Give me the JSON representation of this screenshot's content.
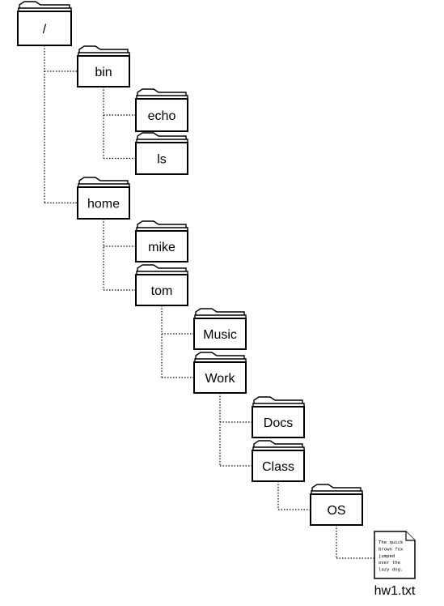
{
  "tree": {
    "folders": [
      {
        "id": "root",
        "label": "/"
      },
      {
        "id": "bin",
        "label": "bin"
      },
      {
        "id": "echo",
        "label": "echo"
      },
      {
        "id": "ls",
        "label": "ls"
      },
      {
        "id": "home",
        "label": "home"
      },
      {
        "id": "mike",
        "label": "mike"
      },
      {
        "id": "tom",
        "label": "tom"
      },
      {
        "id": "music",
        "label": "Music"
      },
      {
        "id": "work",
        "label": "Work"
      },
      {
        "id": "docs",
        "label": "Docs"
      },
      {
        "id": "class",
        "label": "Class"
      },
      {
        "id": "os",
        "label": "OS"
      }
    ],
    "file": {
      "id": "hw1",
      "name": "hw1.txt",
      "content_lines": [
        "The quick",
        "brown fox",
        "jumped",
        "over the",
        "lazy dog."
      ]
    },
    "edges": [
      [
        "root",
        "bin"
      ],
      [
        "root",
        "home"
      ],
      [
        "bin",
        "echo"
      ],
      [
        "bin",
        "ls"
      ],
      [
        "home",
        "mike"
      ],
      [
        "home",
        "tom"
      ],
      [
        "tom",
        "music"
      ],
      [
        "tom",
        "work"
      ],
      [
        "work",
        "docs"
      ],
      [
        "work",
        "class"
      ],
      [
        "class",
        "os"
      ],
      [
        "os",
        "hw1"
      ]
    ]
  }
}
